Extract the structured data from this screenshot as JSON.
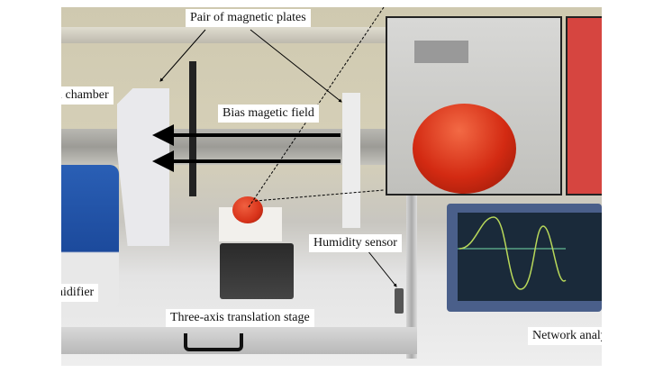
{
  "figure": {
    "labels": {
      "magnetic_plates": "Pair of magnetic plates",
      "chamber": "tal chamber",
      "bias_field": "Bias magetic field",
      "humidity_sensor": "Humidity sensor",
      "humidifier": "nidifier",
      "stage": "Three-axis translation stage",
      "network_analyzer": "Network analy"
    },
    "colors": {
      "tomato": "#d8331a",
      "arrow": "#000000",
      "label_bg": "#ffffff"
    }
  }
}
